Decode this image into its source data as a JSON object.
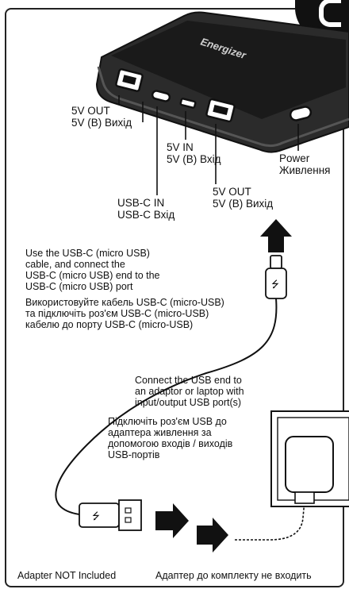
{
  "header": {
    "title_fragment": ""
  },
  "device": {
    "brand": "Energizer"
  },
  "ports": {
    "out_left": [
      "5V OUT",
      "5V (В) Вихід"
    ],
    "in_micro": [
      "5V IN",
      "5V (В) Вхід"
    ],
    "usbc_in": [
      "USB-C IN",
      "USB-C Вхід"
    ],
    "out_right": [
      "5V OUT",
      "5V (В) Вихід"
    ],
    "power": [
      "Power",
      "Живлення"
    ]
  },
  "instructions": {
    "step1_en": [
      "Use the USB-C (micro USB)",
      "cable, and connect the",
      "USB-C (micro USB) end to the",
      "USB-C (micro USB) port"
    ],
    "step1_uk": [
      "Використовуйте кабель USB-C (micro-USB)",
      "та підключіть роз'єм USB-C (micro-USB)",
      "кабелю до порту USB-C (micro-USB)"
    ],
    "step2_en": [
      "Connect the USB end to",
      "an adaptor or laptop with",
      "input/output USB port(s)"
    ],
    "step2_uk": [
      "Підключіть роз'єм USB до",
      "адаптера живлення за",
      "допомогою входів / виходів",
      "USB-портів"
    ]
  },
  "footer": {
    "note_en": "Adapter NOT Included",
    "note_uk": "Адаптер до комплекту не входить"
  }
}
